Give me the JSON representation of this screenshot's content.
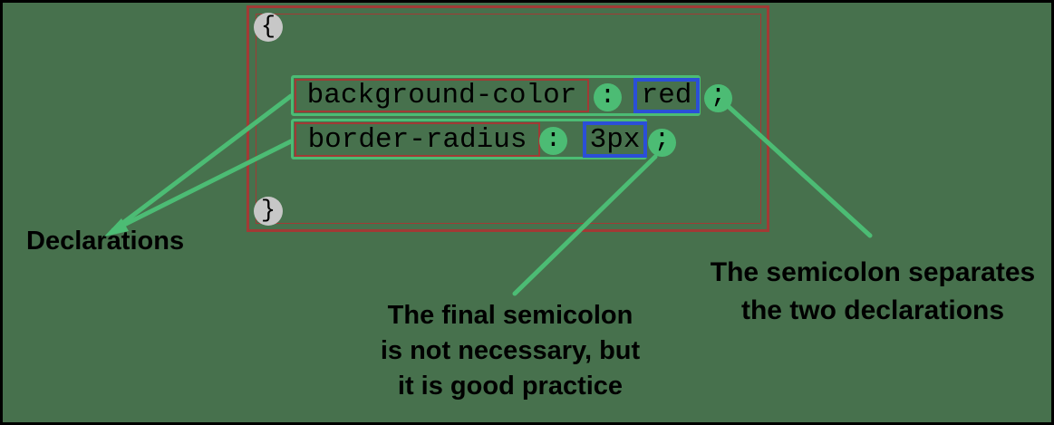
{
  "colors": {
    "canvas_background": "#47714D",
    "canvas_border": "#000000",
    "rule_box_red": "#A13A35",
    "declaration_box_green": "#4CBC74",
    "value_box_blue": "#2B4FD8",
    "punctuation_circle_green": "#4CBC74",
    "brace_circle_gray": "#C7C7C7",
    "pointer_line_green": "#4CBC74",
    "text_black": "#000000"
  },
  "code": {
    "open_brace": "{",
    "close_brace": "}",
    "declarations": [
      {
        "property": "background-color",
        "colon": ":",
        "value": "red",
        "semicolon": ";"
      },
      {
        "property": "border-radius",
        "colon": ":",
        "value": "3px",
        "semicolon": ";"
      }
    ]
  },
  "annotations": {
    "declarations_label": "Declarations",
    "final_semicolon_note_lines": [
      "The final semicolon",
      "is not necessary, but",
      "it is good practice"
    ],
    "separator_note_lines": [
      "The semicolon separates",
      "the two declarations"
    ]
  }
}
